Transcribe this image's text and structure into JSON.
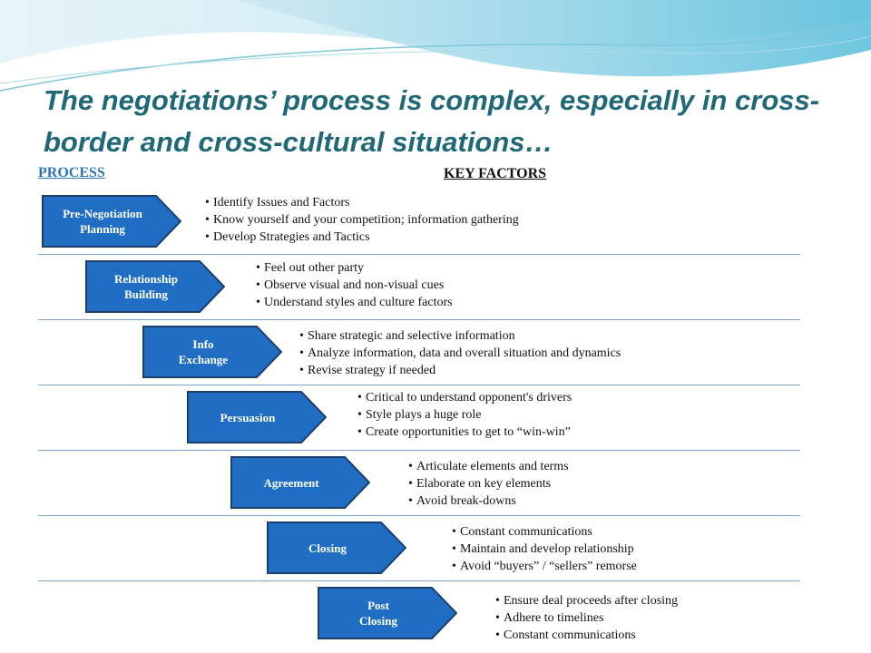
{
  "title": "The negotiations’ process is complex, especially in cross-border and cross-cultural situations…",
  "process_label": "PROCESS",
  "key_factors_label": "KEY FACTORS",
  "colors": {
    "title": "#1f6878",
    "stage_fill": "#1f6ec4",
    "stage_stroke": "#1d3f6e",
    "process_label": "#2e75b6",
    "divider": "#7f9fca"
  },
  "stages": [
    {
      "label": "Pre-Negotiation\nPlanning",
      "factors": [
        "Identify Issues and Factors",
        "Know yourself and your competition; information gathering",
        "Develop Strategies and Tactics"
      ]
    },
    {
      "label": "Relationship\nBuilding",
      "factors": [
        "Feel out other party",
        "Observe visual and non-visual cues",
        "Understand styles and culture factors"
      ]
    },
    {
      "label": "Info\nExchange",
      "factors": [
        "Share strategic and selective information",
        "Analyze information, data and overall situation and dynamics",
        "Revise strategy if needed"
      ]
    },
    {
      "label": "Persuasion",
      "factors": [
        "Critical to understand opponent's drivers",
        "Style plays a huge role",
        "Create opportunities to get to “win-win”"
      ]
    },
    {
      "label": "Agreement",
      "factors": [
        "Articulate elements and terms",
        "Elaborate on key elements",
        "Avoid break-downs"
      ]
    },
    {
      "label": "Closing",
      "factors": [
        "Constant communications",
        "Maintain and develop relationship",
        "Avoid “buyers” / “sellers” remorse"
      ]
    },
    {
      "label": "Post\nClosing",
      "factors": [
        "Ensure deal proceeds after closing",
        "Adhere to timelines",
        "Constant communications"
      ]
    }
  ]
}
